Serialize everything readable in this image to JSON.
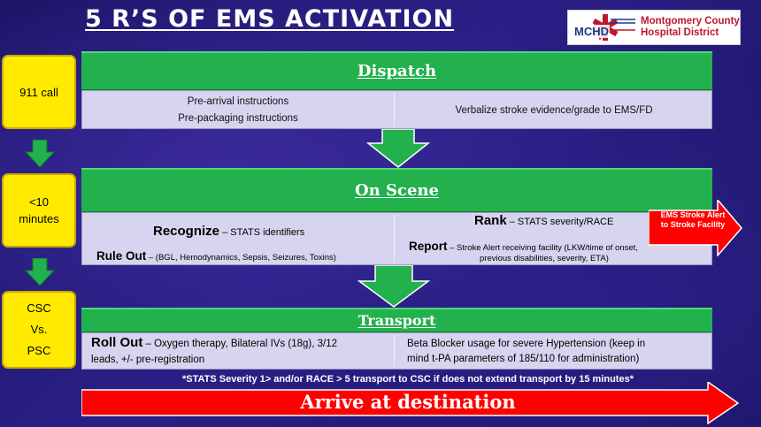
{
  "title": "5 R’S OF EMS ACTIVATION",
  "logo": {
    "mark_text": "MCHD",
    "line1": "Montgomery County",
    "line2": "Hospital District"
  },
  "timeline": {
    "step1": "911 call",
    "step2a": "<10",
    "step2b": "minutes",
    "step3a": "CSC",
    "step3b": "Vs.",
    "step3c": "PSC"
  },
  "dispatch": {
    "header": "Dispatch",
    "left_line1": "Pre-arrival instructions",
    "left_line2": "Pre-packaging instructions",
    "right": "Verbalize stroke evidence/grade to EMS/FD"
  },
  "on_scene": {
    "header": "On Scene",
    "recognize": "Recognize",
    "recognize_detail": " – STATS identifiers",
    "rule_out": "Rule Out",
    "rule_out_detail": " – (BGL, Hemodynamics, Sepsis, Seizures, Toxins)",
    "rank": "Rank",
    "rank_detail": " – STATS severity/RACE",
    "report": "Report",
    "report_detail": " – Stroke Alert receiving facility (LKW/time of onset,",
    "report_detail2": "previous disabilities, severity, ETA)",
    "alert_line1": "EMS Stroke Alert",
    "alert_line2": "to Stroke Facility"
  },
  "transport": {
    "header": "Transport",
    "roll_out": "Roll Out",
    "roll_out_detail": " – Oxygen therapy, Bilateral IVs (18g), 3/12",
    "roll_out_detail2": "leads, +/- pre-registration",
    "right_line1": "Beta Blocker usage for severe Hypertension (keep in",
    "right_line2": "mind t-PA parameters of 185/110 for administration)"
  },
  "note": "*STATS Severity 1> and/or RACE > 5 transport to CSC if does not extend transport by 15 minutes*",
  "arrive": "Arrive at destination",
  "colors": {
    "green": "#22b14c",
    "yellow": "#ffea00",
    "red": "#ff0000",
    "panel": "#d6d4ee"
  }
}
